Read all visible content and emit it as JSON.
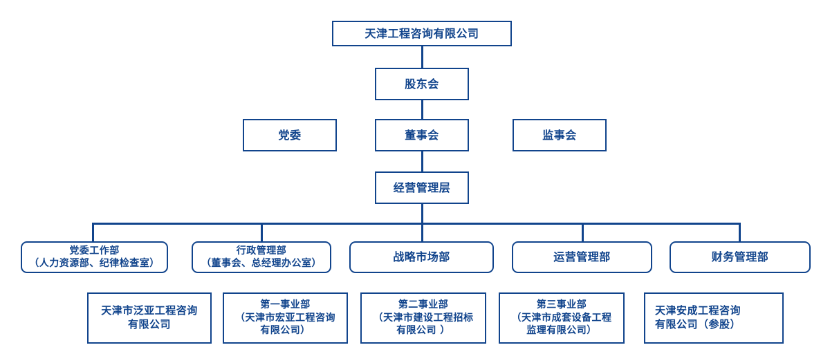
{
  "meta": {
    "title": "天津工程咨询有限公司组织结构图",
    "accent_color": "#11448c",
    "background_color": "#ffffff"
  },
  "org_chart": {
    "root": {
      "label": "天津工程咨询有限公司"
    },
    "shareholders": {
      "label": "股东会"
    },
    "level_board": [
      {
        "label": "党委",
        "connected": false
      },
      {
        "label": "董事会",
        "connected": true
      },
      {
        "label": "监事会",
        "connected": false
      }
    ],
    "management": {
      "label": "经营管理层"
    },
    "departments": [
      {
        "line1": "党委工作部",
        "line2": "（人力资源部、纪律检查室）"
      },
      {
        "line1": "行政管理部",
        "line2": "（董事会、总经理办公室）"
      },
      {
        "line1": "战略市场部",
        "line2": ""
      },
      {
        "line1": "运营管理部",
        "line2": ""
      },
      {
        "line1": "财务管理部",
        "line2": ""
      }
    ],
    "subsidiaries": [
      {
        "line1": "天津市泛亚工程咨询",
        "line2": "有限公司",
        "line3": ""
      },
      {
        "line1": "第一事业部",
        "line2": "（天津市宏亚工程咨询",
        "line3": "有限公司）"
      },
      {
        "line1": "第二事业部",
        "line2": "（天津市建设工程招标",
        "line3": "有限公司 ）"
      },
      {
        "line1": "第三事业部",
        "line2": "（天津市成套设备工程",
        "line3": "监理有限公司）"
      },
      {
        "line1": "天津安成工程咨询",
        "line2": "有限公司（参股）",
        "line3": ""
      }
    ]
  }
}
